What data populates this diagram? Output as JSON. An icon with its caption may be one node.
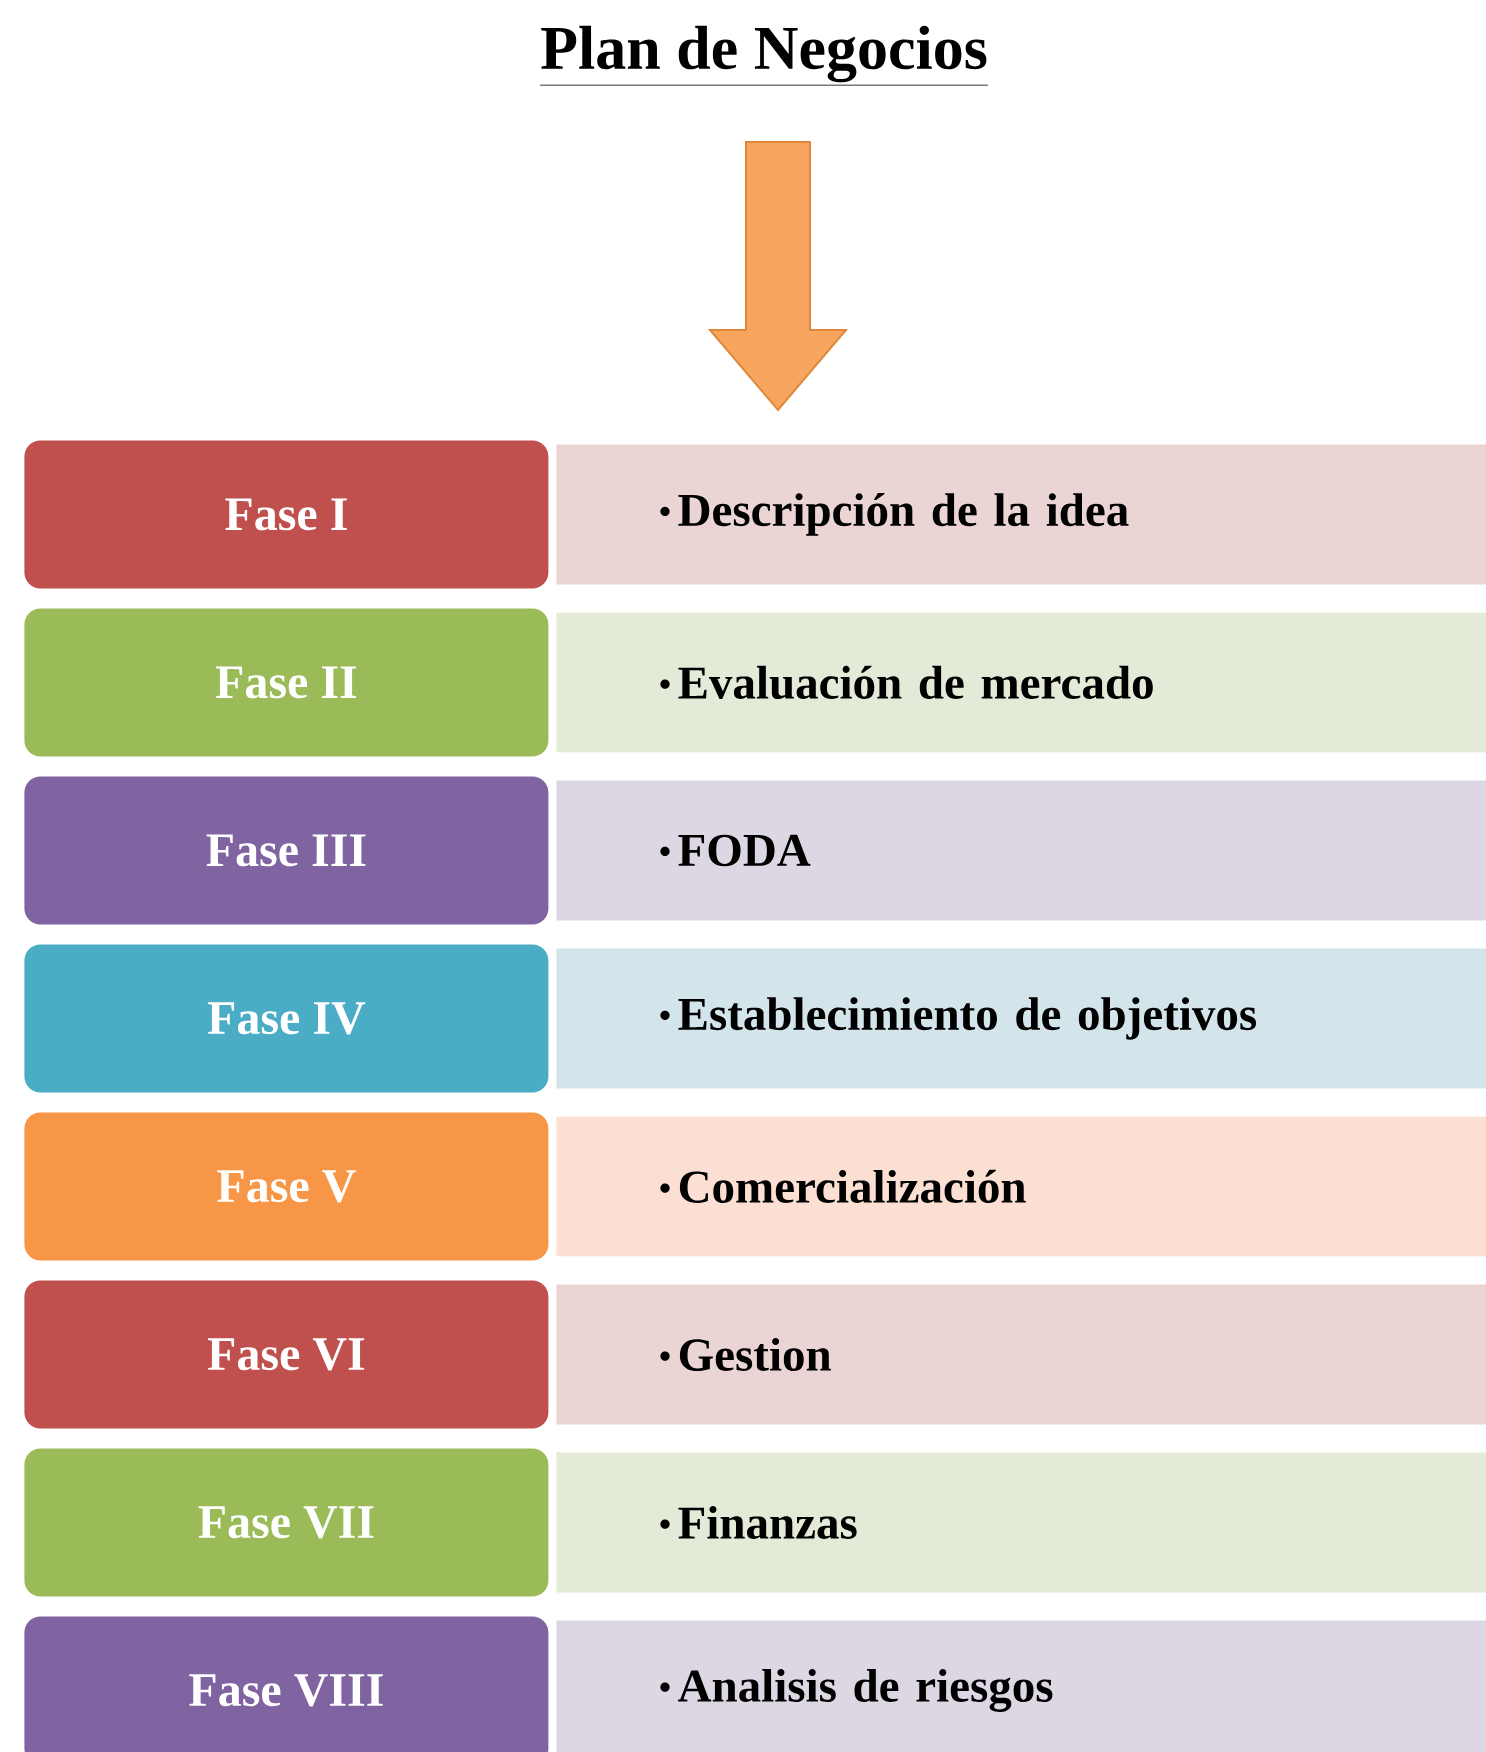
{
  "diagram": {
    "title": "Plan de Negocios",
    "nodes": [
      {
        "text": [
          "Fase I"
        ]
      },
      {
        "text": [
          "Descripción de la idea"
        ]
      },
      {
        "text": [
          "Fase II"
        ]
      },
      {
        "text": [
          "Evaluación de mercado"
        ]
      },
      {
        "text": [
          "Fase III"
        ]
      },
      {
        "text": [
          "FODA"
        ]
      },
      {
        "text": [
          "Fase IV"
        ]
      },
      {
        "text": [
          "Establecimiento de objetivos"
        ]
      },
      {
        "text": [
          "Fase V"
        ]
      },
      {
        "text": [
          "Comercialización"
        ]
      },
      {
        "text": [
          "Fase VI"
        ]
      },
      {
        "text": [
          "Gestion"
        ]
      },
      {
        "text": [
          "Fase VII"
        ]
      },
      {
        "text": [
          "Finanzas"
        ]
      },
      {
        "text": [
          "Fase VIII"
        ]
      },
      {
        "text": [
          "Analisis de riesgos"
        ]
      }
    ]
  }
}
